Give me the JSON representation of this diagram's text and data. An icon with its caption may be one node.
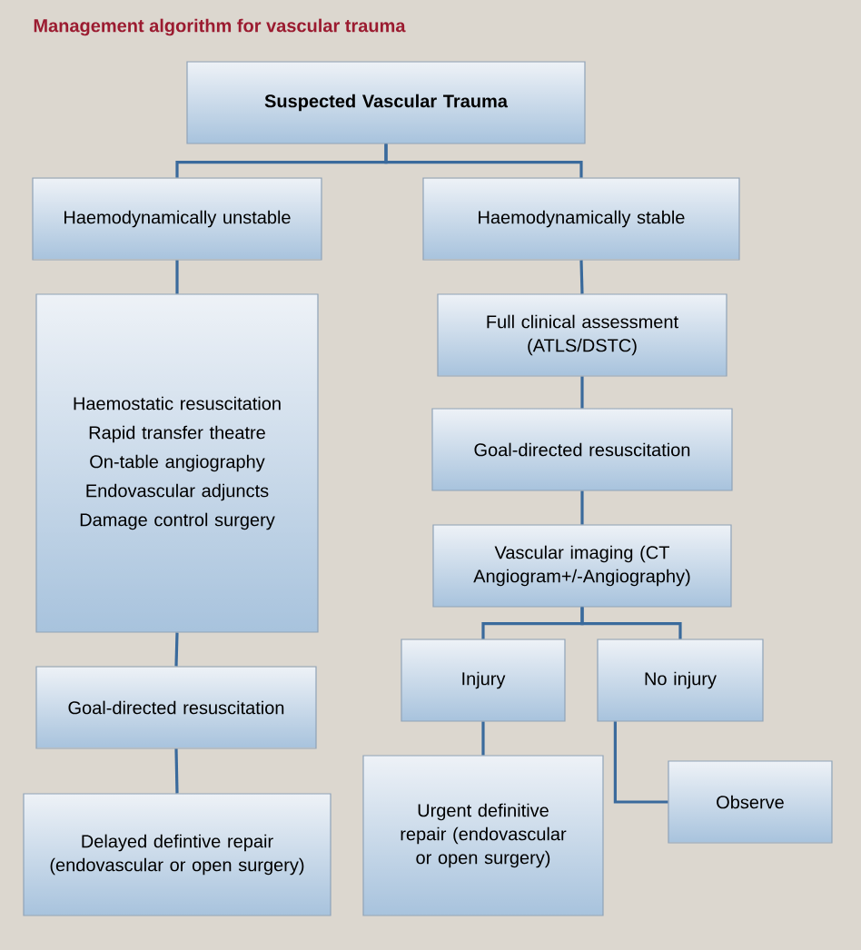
{
  "diagram": {
    "title": "Management algorithm for vascular trauma",
    "nodes": [
      {
        "text": [
          "Suspected Vascular Trauma"
        ]
      },
      {
        "text": [
          "Haemodynamically unstable"
        ]
      },
      {
        "text": [
          "Haemodynamically stable"
        ]
      },
      {
        "text": [
          "Haemostatic resuscitation",
          "Rapid transfer theatre",
          "On-table angiography",
          "Endovascular adjuncts",
          "Damage control surgery"
        ]
      },
      {
        "text": [
          "Full clinical assessment (ATLS/DSTC)"
        ]
      },
      {
        "text": [
          "Goal-directed resuscitation"
        ]
      },
      {
        "text": [
          "Vascular imaging (CT Angiogram+/-Angiography)"
        ]
      },
      {
        "text": [
          "Goal-directed resuscitation"
        ]
      },
      {
        "text": [
          "Injury"
        ]
      },
      {
        "text": [
          "No injury"
        ]
      },
      {
        "text": [
          "Delayed defintive repair (endovascular or open surgery)"
        ]
      },
      {
        "text": [
          "Urgent definitive repair (endovascular or open surgery)"
        ]
      },
      {
        "text": [
          "Observe"
        ]
      }
    ],
    "edges": [
      {
        "from": 0,
        "to": 1,
        "arrow": "none"
      },
      {
        "from": 0,
        "to": 2,
        "arrow": "none"
      },
      {
        "from": 1,
        "to": 3,
        "arrow": "none"
      },
      {
        "from": 3,
        "to": 7,
        "arrow": "none"
      },
      {
        "from": 7,
        "to": 10,
        "arrow": "none"
      },
      {
        "from": 2,
        "to": 4,
        "arrow": "none"
      },
      {
        "from": 4,
        "to": 5,
        "arrow": "none"
      },
      {
        "from": 5,
        "to": 6,
        "arrow": "none"
      },
      {
        "from": 6,
        "to": 8,
        "arrow": "none"
      },
      {
        "from": 6,
        "to": 9,
        "arrow": "none"
      },
      {
        "from": 8,
        "to": 11,
        "arrow": "none"
      },
      {
        "from": 9,
        "to": 12,
        "arrow": "none"
      }
    ]
  }
}
